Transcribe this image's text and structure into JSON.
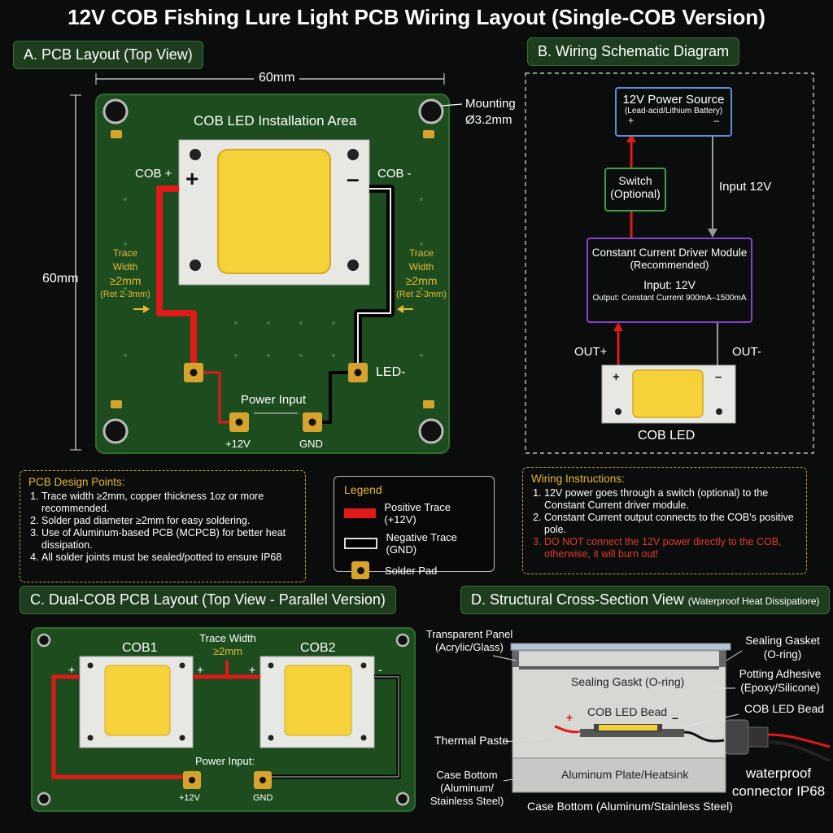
{
  "title": "12V COB Fishing Lure Light PCB Wiring Layout (Single-COB Version)",
  "sectionA": {
    "label": "A.  PCB Layout (Top View)",
    "width_dim": "60mm",
    "height_dim": "60mm",
    "mounting_line1": "Mounting",
    "mounting_line2": "Ø3.2mm",
    "cob_area": "COB LED Installation Area",
    "cob_plus": "COB +",
    "cob_minus": "COB -",
    "plus_sign": "+",
    "minus_sign": "–",
    "trace_l1": "Trace Width",
    "trace_l2": "≥2mm",
    "trace_l3": "(Ret 2-3mm)",
    "led_minus": "LED-",
    "power_input": "Power Input",
    "v12": "+12V",
    "gnd": "GND"
  },
  "sectionB": {
    "label": "B.  Wiring Schematic Diagram",
    "power_source": "12V Power Source",
    "battery": "(Lead-acid/Lithium Battery)",
    "plus": "+",
    "minus": "–",
    "switch_l1": "Switch",
    "switch_l2": "(Optional)",
    "input12": "Input 12V",
    "driver_l1": "Constant Current Driver Module",
    "driver_l2": "(Recommended)",
    "driver_l3": "Input: 12V",
    "driver_l4": "Output: Constant Current 900mA–1500mA",
    "out_plus": "OUT+",
    "out_minus": "OUT-",
    "cob_led": "COB LED"
  },
  "pcbNotes": {
    "header": "PCB Design Points:",
    "items": [
      "Trace width ≥2mm, copper thickness 1oz or more recommended.",
      "Solder pad diameter ≥2mm for easy soldering.",
      "Use of Aluminum-based PCB (MCPCB) for better heat dissipation.",
      "All solder joints must be sealed/potted to ensure IP68"
    ]
  },
  "legend": {
    "header": "Legend",
    "positive": "Positive Trace (+12V)",
    "negative": "Negative Trace (GND)",
    "pad": "Solder Pad"
  },
  "wiringNotes": {
    "header": "Wiring Instructions:",
    "item1": "12V power goes through a switch (optional) to the Constant Current driver module.",
    "item2": "Constant Current output connects to the COB's positive pole.",
    "item3": "DO NOT connect the 12V power directly to the COB, otherwise, it will burn out!"
  },
  "sectionC": {
    "label": "C. Dual-COB PCB Layout (Top View - Parallel Version)",
    "cob1": "COB1",
    "cob2": "COB2",
    "trace_l1": "Trace Width",
    "trace_l2": "≥2mm",
    "plus": "+",
    "minus": "-",
    "power_input": "Power Input:",
    "v12": "+12V",
    "gnd": "GND"
  },
  "sectionD": {
    "label_main": "D. Structural Cross-Section View",
    "label_sub": "(Waterproof Heat Dissipatiore)",
    "transparent_l1": "Transparent Panel",
    "transparent_l2": "(Acrylic/Glass)",
    "sealing_r1": "Sealing Gasket",
    "sealing_r2": "(O-ring)",
    "inner_seal": "Sealing Gaskt (O-ring)",
    "potting_l1": "Potting Adhesive",
    "potting_l2": "(Epoxy/Silicone)",
    "cob_bead_inner": "COB LED Bead",
    "cob_bead_right": "COB LED Bead",
    "plus": "+",
    "minus": "–",
    "thermal": "Thermal Paste",
    "aluminum": "Aluminum Plate/Heatsink",
    "case_l1": "Case Bottom",
    "case_l2": "(Aluminum/",
    "case_l3": "Stainless Steel)",
    "case_bottom": "Case Bottom (Aluminum/Stainless Steel)",
    "conn_l1": "waterproof",
    "conn_l2": "connector IP68"
  },
  "colors": {
    "pcb_green": "#1d4d1f",
    "positive_trace": "#e01919",
    "negative_trace": "#000000",
    "pad_gold": "#d7a32f",
    "cob_yellow": "#f6d23a",
    "note_border": "#c9a23a",
    "driver_border": "#8a3fd1",
    "power_border": "#5b8fd9"
  }
}
